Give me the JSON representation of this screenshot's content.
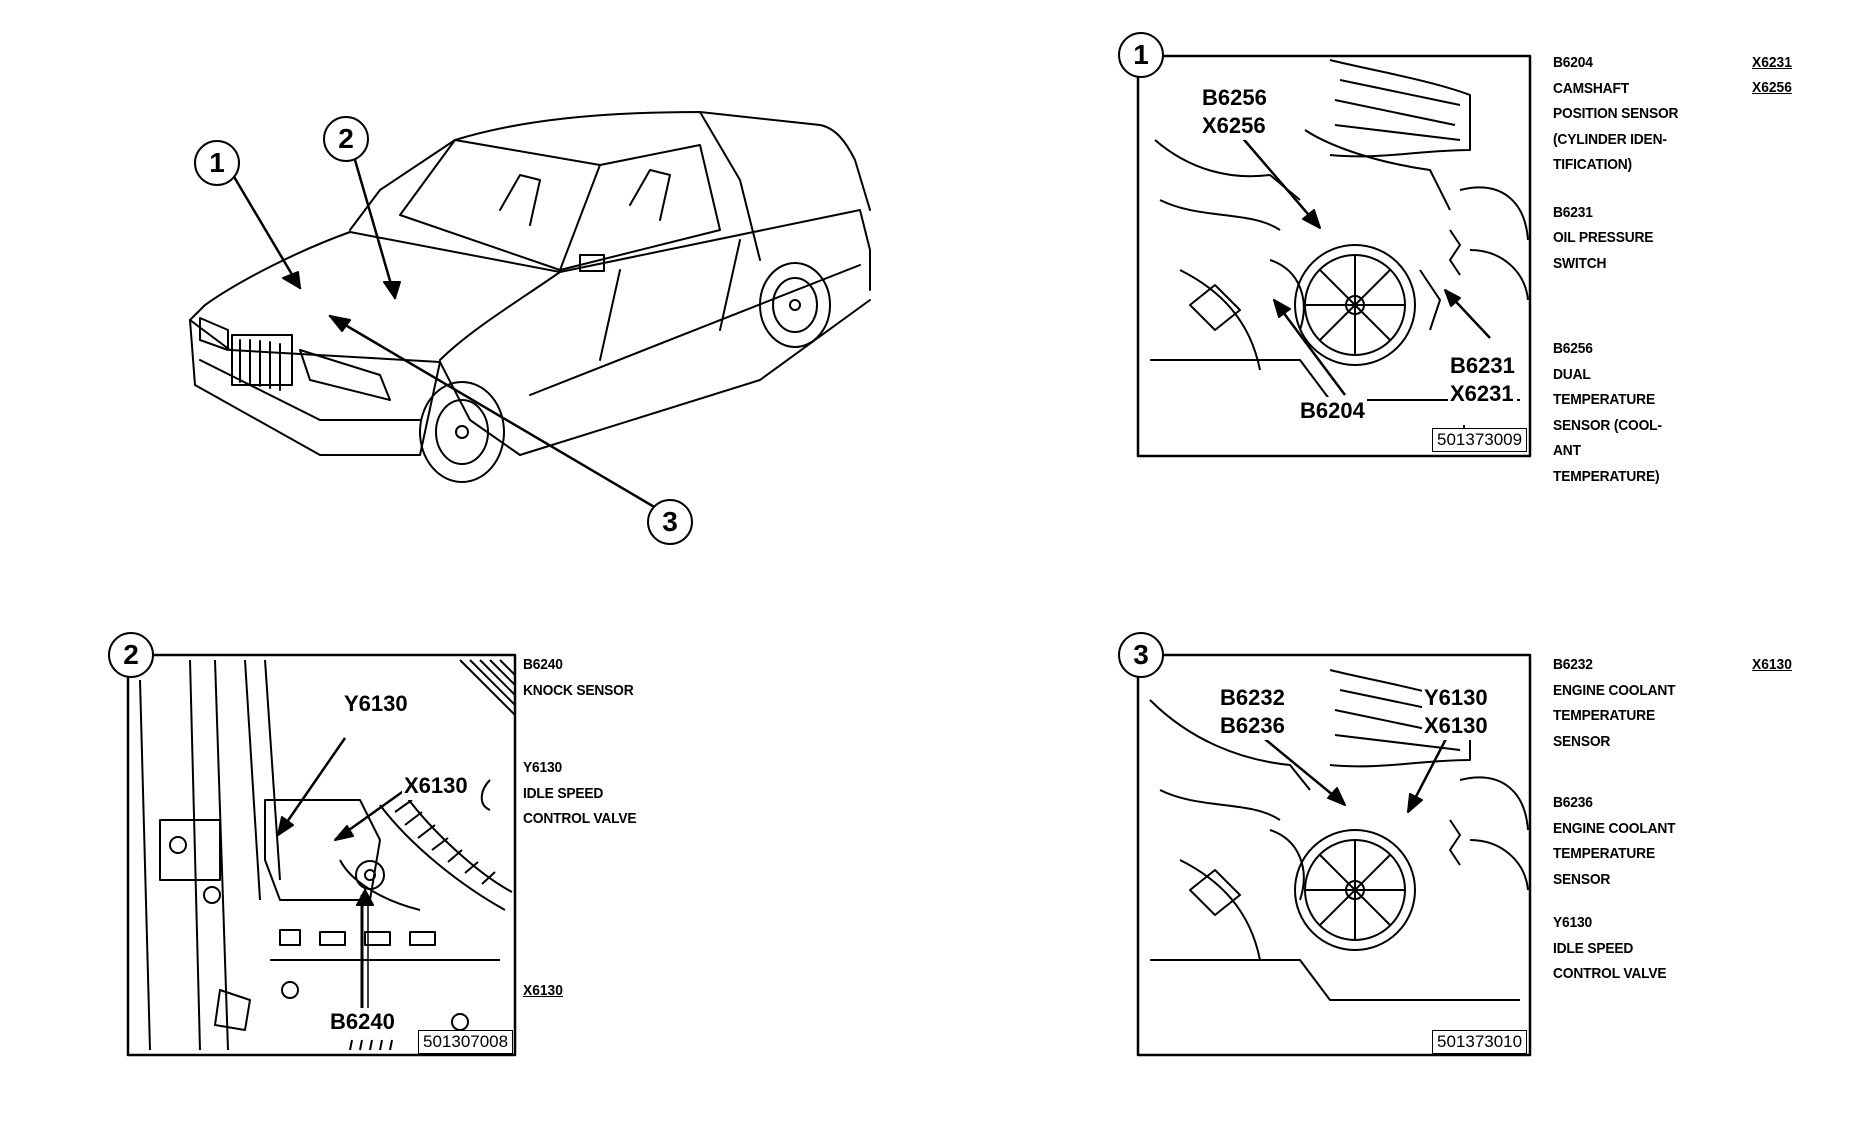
{
  "overview": {
    "markers": [
      "1",
      "2",
      "3"
    ]
  },
  "panels": [
    {
      "id": "1",
      "marker": "1",
      "ref_number": "501373009",
      "callouts": [
        "B6256\nX6256",
        "B6231\nX6231",
        "B6204"
      ],
      "legend": [
        {
          "code": "B6204",
          "desc": "CAMSHAFT\nPOSITION SENSOR\n(CYLINDER IDEN-\nTIFICATION)"
        },
        {
          "code": "B6231",
          "desc": "OIL PRESSURE\nSWITCH"
        },
        {
          "code": "B6256",
          "desc": "DUAL\nTEMPERATURE\nSENSOR (COOL-\nANT\nTEMPERATURE)"
        }
      ],
      "connectors": [
        "X6231",
        "X6256"
      ]
    },
    {
      "id": "2",
      "marker": "2",
      "ref_number": "501307008",
      "callouts": [
        "Y6130",
        "X6130",
        "B6240"
      ],
      "legend": [
        {
          "code": "B6240",
          "desc": "KNOCK SENSOR"
        },
        {
          "code": "Y6130",
          "desc": "IDLE SPEED\nCONTROL VALVE"
        }
      ],
      "connectors": [
        "X6130"
      ]
    },
    {
      "id": "3",
      "marker": "3",
      "ref_number": "501373010",
      "callouts": [
        "B6232\nB6236",
        "Y6130\nX6130"
      ],
      "legend": [
        {
          "code": "B6232",
          "desc": "ENGINE COOLANT\nTEMPERATURE\nSENSOR"
        },
        {
          "code": "B6236",
          "desc": "ENGINE COOLANT\nTEMPERATURE\nSENSOR"
        },
        {
          "code": "Y6130",
          "desc": "IDLE SPEED\nCONTROL VALVE"
        }
      ],
      "connectors": [
        "X6130"
      ]
    }
  ]
}
